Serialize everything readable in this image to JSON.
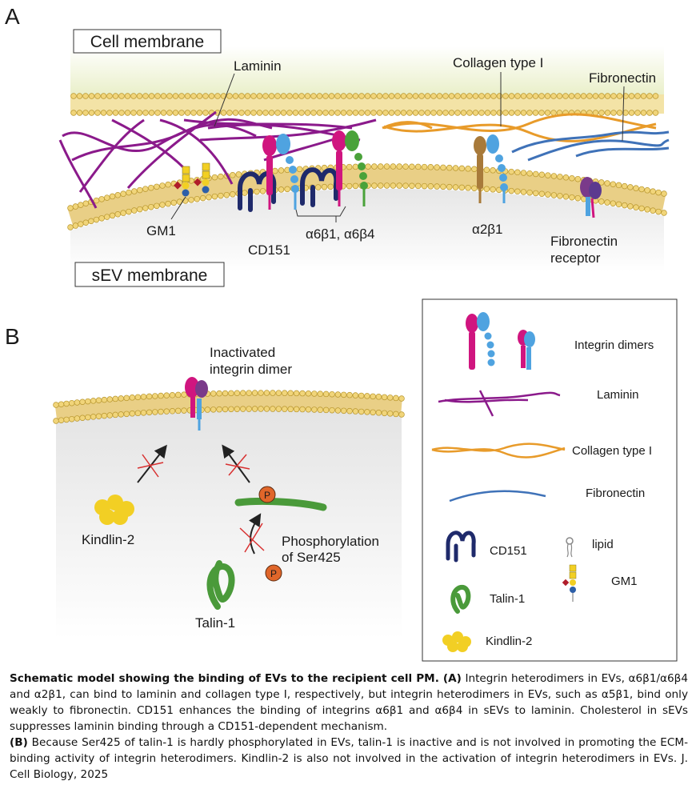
{
  "panel_a": {
    "letter": "A",
    "cell_membrane": "Cell membrane",
    "sev_membrane": "sEV membrane",
    "laminin": "Laminin",
    "collagen": "Collagen type I",
    "fibronectin": "Fibronectin",
    "gm1": "GM1",
    "cd151": "CD151",
    "a6": "α6β1, α6β4",
    "a2b1": "α2β1",
    "fn_receptor_line1": "Fibronectin",
    "fn_receptor_line2": "receptor"
  },
  "panel_b": {
    "letter": "B",
    "inactivated_line1": "Inactivated",
    "inactivated_line2": "integrin dimer",
    "kindlin": "Kindlin-2",
    "phospho_line1": "Phosphorylation",
    "phospho_line2": "of Ser425",
    "talin": "Talin-1",
    "p_mark": "P"
  },
  "legend": {
    "integrin_dimers": "Integrin dimers",
    "laminin": "Laminin",
    "collagen": "Collagen type I",
    "fibronectin": "Fibronectin",
    "cd151": "CD151",
    "lipid": "lipid",
    "gm1": "GM1",
    "talin": "Talin-1",
    "kindlin": "Kindlin-2"
  },
  "caption": {
    "title": "Schematic model showing the binding of EVs to the recipient cell PM. (A)",
    "a_text": " Integrin heterodimers in EVs, α6β1/α6β4 and α2β1, can bind to laminin and collagen type I, respectively, but integrin heterodimers in EVs, such as α5β1, bind only weakly to fibronectin. CD151 enhances the binding of integrins α6β1 and α6β4 in sEVs to laminin. Cholesterol in sEVs suppresses laminin binding through a CD151-dependent mechanism.",
    "b_label": "(B)",
    "b_text": " Because Ser425 of talin-1 is hardly phosphorylated in EVs, talin-1 is inactive and is not involved in promoting the ECM-binding activity of integrin heterodimers. Kindlin-2 is also not involved in the activation of integrin heterodimers in EVs. J. Cell Biology, 2025"
  },
  "colors": {
    "laminin": "#8b1a8b",
    "collagen": "#e89b2a",
    "fibronectin": "#3f72b8",
    "cd151": "#1f2a6b",
    "alpha_integrin": "#d0157f",
    "beta_integrin": "#4fa3e0",
    "talin": "#4a9a3a",
    "kindlin": "#f2cf24",
    "phospho": "#e0662a",
    "alpha2": "#a87a3a",
    "membrane": "#e8cf84"
  },
  "icons": [
    "membrane-bilayer",
    "integrin-icon",
    "cd151-icon",
    "talin-icon",
    "kindlin-icon",
    "phospho-icon",
    "lipid-icon",
    "gm1-icon",
    "blocked-arrow-icon"
  ]
}
